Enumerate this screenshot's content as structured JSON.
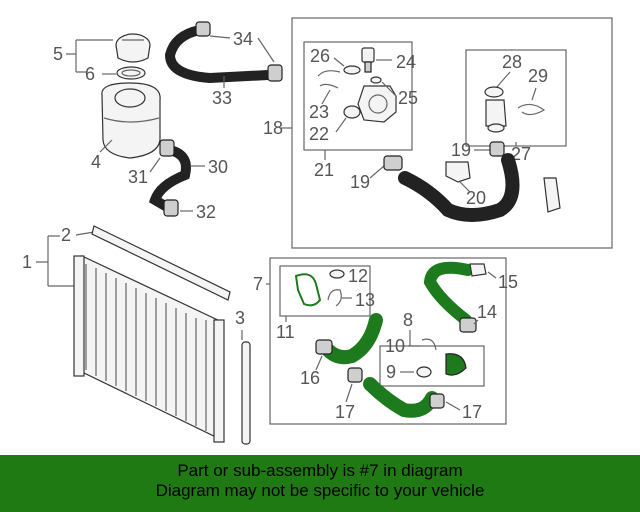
{
  "callouts": {
    "c1": "1",
    "c2": "2",
    "c3": "3",
    "c4": "4",
    "c5": "5",
    "c6": "6",
    "c7": "7",
    "c8": "8",
    "c9": "9",
    "c10": "10",
    "c11": "11",
    "c12": "12",
    "c13": "13",
    "c14": "14",
    "c15": "15",
    "c16": "16",
    "c17a": "17",
    "c17b": "17",
    "c18": "18",
    "c19a": "19",
    "c19b": "19",
    "c20": "20",
    "c21": "21",
    "c22": "22",
    "c23": "23",
    "c24": "24",
    "c25": "25",
    "c26": "26",
    "c27": "27",
    "c28": "28",
    "c29": "29",
    "c30": "30",
    "c31": "31",
    "c32": "32",
    "c33": "33",
    "c34": "34"
  },
  "footer": {
    "line1": "Part or sub-assembly is #7 in diagram",
    "line2": "Diagram may not be specific to your vehicle"
  },
  "colors": {
    "footer_bg": "#1f7a13",
    "highlight_green": "#1d7a1d"
  }
}
